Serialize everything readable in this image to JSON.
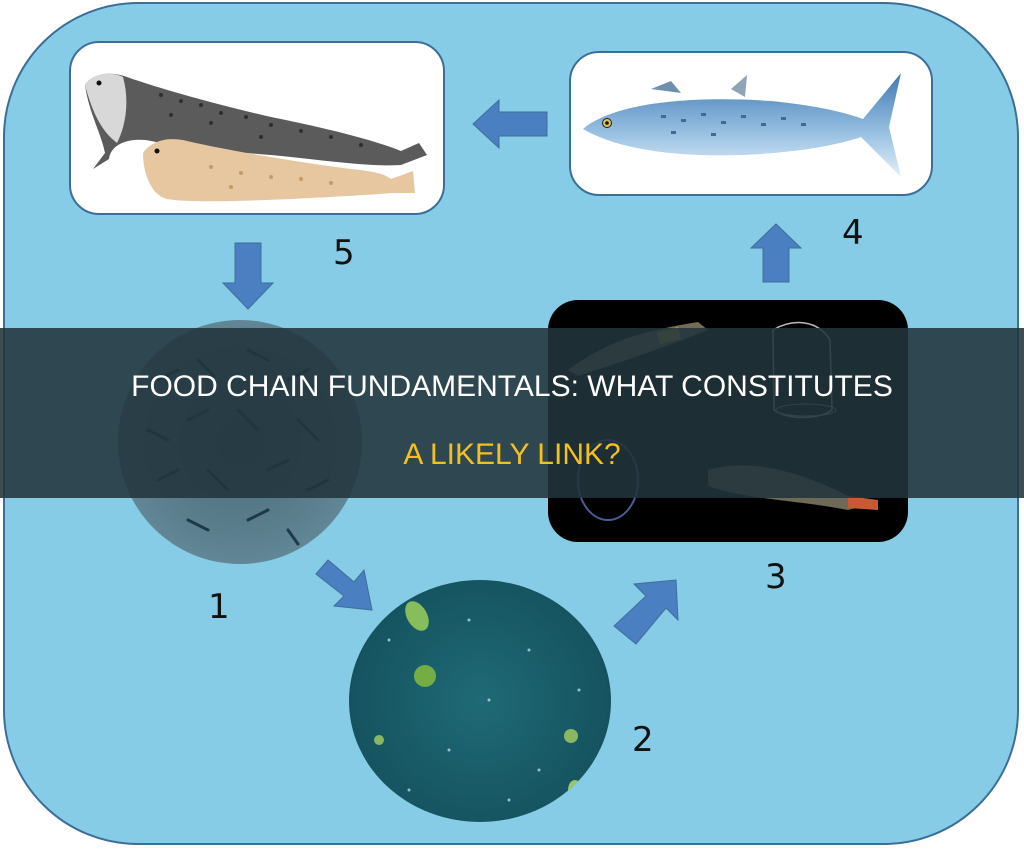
{
  "title": {
    "line1": "FOOD CHAIN FUNDAMENTALS: WHAT CONSTITUTES",
    "line2": "A LIKELY LINK?",
    "line1_color": "#ffffff",
    "line2_color": "#f4c020"
  },
  "diagram": {
    "background_color": "#87cce6",
    "border_color": "#3d6e9a",
    "arrow_color": "#4a7fc1",
    "stages": [
      {
        "number": "1",
        "subject": "bacteria (microscope view)"
      },
      {
        "number": "2",
        "subject": "phytoplankton / protists (microscope view)"
      },
      {
        "number": "3",
        "subject": "zooplankton (krill, jellyfish, copepods)"
      },
      {
        "number": "4",
        "subject": "mackerel fish"
      },
      {
        "number": "5",
        "subject": "seals"
      }
    ]
  }
}
